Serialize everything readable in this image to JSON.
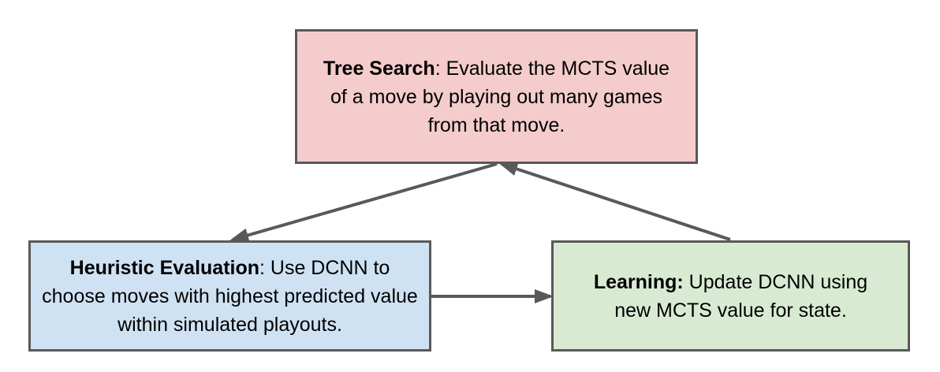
{
  "colors": {
    "tree_search_fill": "#f4cccc",
    "heuristic_fill": "#cfe2f3",
    "learning_fill": "#d9ead3",
    "border": "#595959",
    "arrow": "#595959"
  },
  "nodes": {
    "tree_search": {
      "title": "Tree Search",
      "text": ": Evaluate the MCTS value of a move by playing out many games from that move."
    },
    "heuristic": {
      "title": "Heuristic Evaluation",
      "text": ": Use DCNN to choose moves with highest predicted value within simulated playouts."
    },
    "learning": {
      "title": "Learning:",
      "text": " Update DCNN using new MCTS value for state."
    }
  }
}
